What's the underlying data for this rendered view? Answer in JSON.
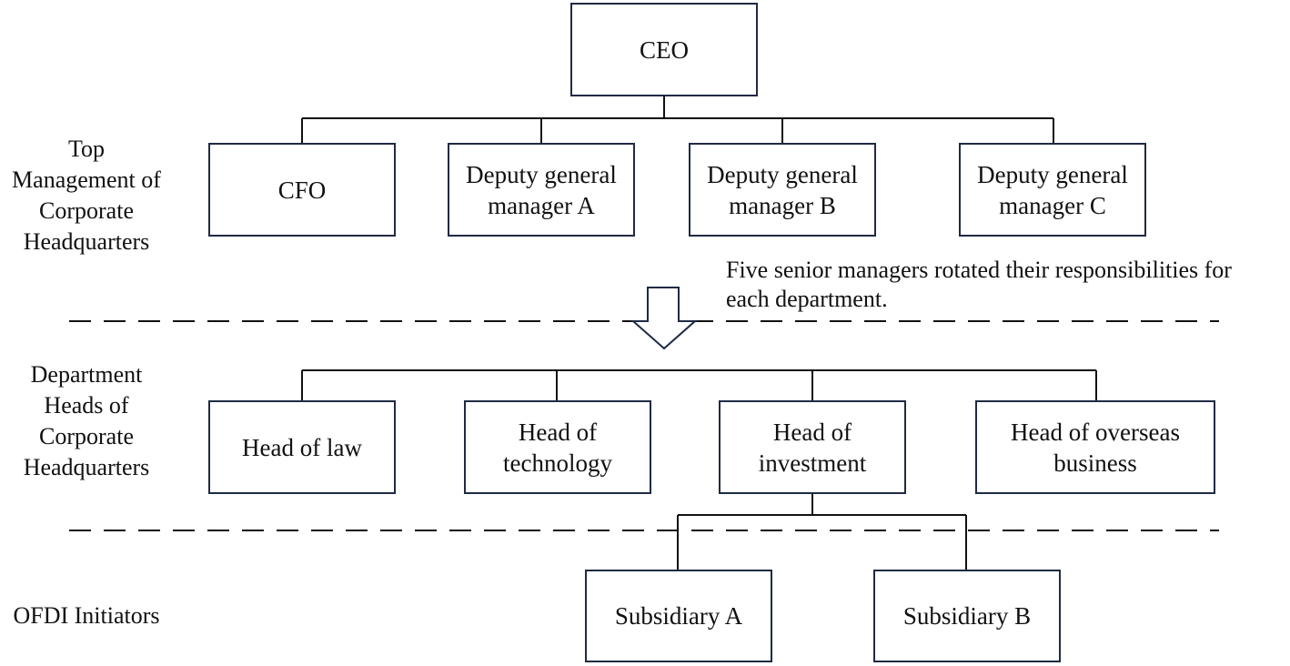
{
  "tiers": {
    "top": [
      "Top",
      "Management of",
      "Corporate",
      "Headquarters"
    ],
    "dept": [
      "Department",
      "Heads of",
      "Corporate",
      "Headquarters"
    ],
    "ofdi": [
      "OFDI Initiators"
    ]
  },
  "top_management": {
    "ceo": "CEO",
    "cfo": "CFO",
    "dgm_a": [
      "Deputy general",
      "manager A"
    ],
    "dgm_b": [
      "Deputy general",
      "manager B"
    ],
    "dgm_c": [
      "Deputy general",
      "manager C"
    ]
  },
  "rotation_note": [
    "Five senior managers rotated their responsibilities for",
    "each department."
  ],
  "department_heads": {
    "law": [
      "Head of law"
    ],
    "technology": [
      "Head of",
      "technology"
    ],
    "investment": [
      "Head of",
      "investment"
    ],
    "overseas": [
      "Head of overseas",
      "business"
    ]
  },
  "ofdi_initiators": {
    "subsidiary_a": "Subsidiary A",
    "subsidiary_b": "Subsidiary B"
  },
  "colors": {
    "box_border": "#1f2a44",
    "line": "#111111",
    "text": "#111111"
  }
}
